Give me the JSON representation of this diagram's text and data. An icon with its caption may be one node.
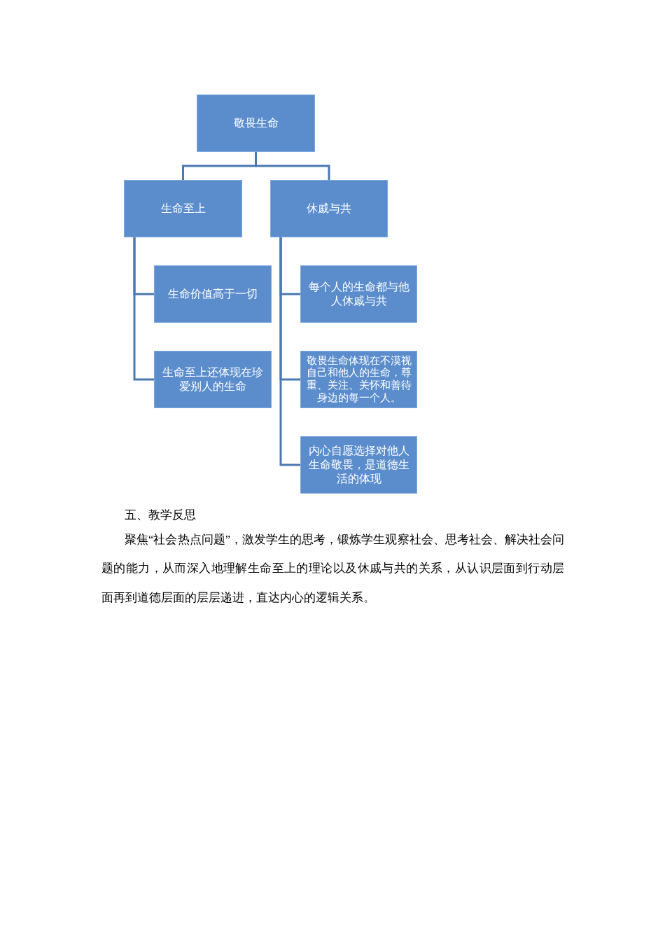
{
  "diagram": {
    "nodes": [
      {
        "text": [
          "敬畏生命"
        ]
      },
      {
        "text": [
          "生命至上"
        ]
      },
      {
        "text": [
          "休戚与共"
        ]
      },
      {
        "text": [
          "生命价值高于一切"
        ]
      },
      {
        "text": [
          "生命至上还体现在珍爱别人的生命"
        ]
      },
      {
        "text": [
          "每个人的生命都与他人休戚与共"
        ]
      },
      {
        "text": [
          "敬畏生命体现在不漠视自己和他人的生命，尊重、关注、关怀和善待身边的每一个人。"
        ]
      },
      {
        "text": [
          "内心自愿选择对他人生命敬畏，是道德生活的体现"
        ]
      }
    ],
    "edges": [
      {
        "from": 0,
        "to": 1,
        "arrow": "none"
      },
      {
        "from": 0,
        "to": 2,
        "arrow": "none"
      },
      {
        "from": 1,
        "to": 3,
        "arrow": "none"
      },
      {
        "from": 1,
        "to": 4,
        "arrow": "none"
      },
      {
        "from": 2,
        "to": 5,
        "arrow": "none"
      },
      {
        "from": 2,
        "to": 6,
        "arrow": "none"
      },
      {
        "from": 2,
        "to": 7,
        "arrow": "none"
      }
    ],
    "labels": [
      "五、教学反思",
      "聚焦“社会热点问题”，激发学生的思考，锻炼学生观察社会、思考社会、解决社会问题的能力，从而深入地理解生命至上的理论以及休戚与共的关系，从认识层面到行动层面再到道德层面的层层递进，直达内心的逻辑关系。"
    ]
  }
}
